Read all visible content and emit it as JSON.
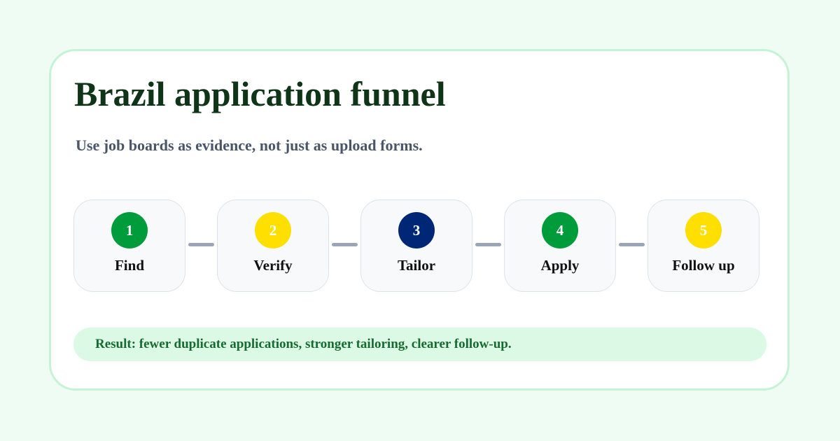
{
  "title": "Brazil application funnel",
  "subtitle": "Use job boards as evidence, not just as upload forms.",
  "steps": [
    {
      "number": "1",
      "label": "Find",
      "color": "#009b3a"
    },
    {
      "number": "2",
      "label": "Verify",
      "color": "#fedf00"
    },
    {
      "number": "3",
      "label": "Tailor",
      "color": "#002776"
    },
    {
      "number": "4",
      "label": "Apply",
      "color": "#009b3a"
    },
    {
      "number": "5",
      "label": "Follow up",
      "color": "#fedf00"
    }
  ],
  "result": "Result: fewer duplicate applications, stronger tailoring, clearer follow-up.",
  "colors": {
    "background": "#effcf3",
    "card_border": "#c6f2d6",
    "title": "#0f3418",
    "result_bg": "#dcf9e6",
    "result_text": "#166b32",
    "connector": "#9aa6b5"
  }
}
